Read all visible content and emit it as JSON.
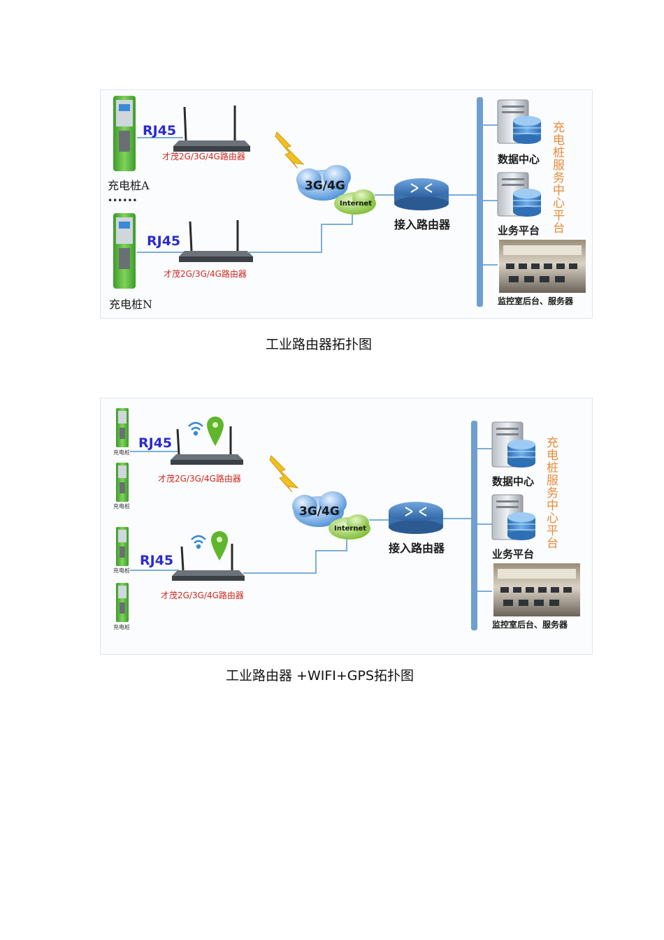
{
  "diagram1": {
    "interface_a": "RJ45",
    "interface_n": "RJ45",
    "router_a_label": "才茂2G/3G/4G路由器",
    "router_n_label": "才茂2G/3G/4G路由器",
    "pile_a_label": "充电桩A",
    "pile_n_label": "充电桩N",
    "dots": "••••••",
    "cloud_label": "3G/4G",
    "internet_label": "Internet",
    "access_router_label": "接入路由器",
    "data_center_label": "数据中心",
    "business_platform_label": "业务平台",
    "control_room_label": "监控室后台、服务器",
    "service_center_label": "充电桩服务中心平台"
  },
  "caption1": "工业路由器拓扑图",
  "diagram2": {
    "interface_a": "RJ45",
    "interface_n": "RJ45",
    "router_a_label": "才茂2G/3G/4G路由器",
    "router_n_label": "才茂2G/3G/4G路由器",
    "pile_label_1": "充电桩",
    "pile_label_2": "充电桩",
    "pile_label_3": "充电桩",
    "pile_label_4": "充电桩",
    "cloud_label": "3G/4G",
    "internet_label": "Internet",
    "access_router_label": "接入路由器",
    "data_center_label": "数据中心",
    "business_platform_label": "业务平台",
    "control_room_label": "监控室后台、服务器",
    "service_center_label": "充电桩服务中心平台"
  },
  "caption2": "工业路由器 +WIFI+GPS拓扑图",
  "colors": {
    "pile_green": "#5cb83a",
    "link_blue": "#7aaed8",
    "bus_blue": "#6f9fd0",
    "cloud_blue": "#4a8fd8",
    "internet_green": "#8cc63f",
    "router_blue": "#3f78b8"
  }
}
